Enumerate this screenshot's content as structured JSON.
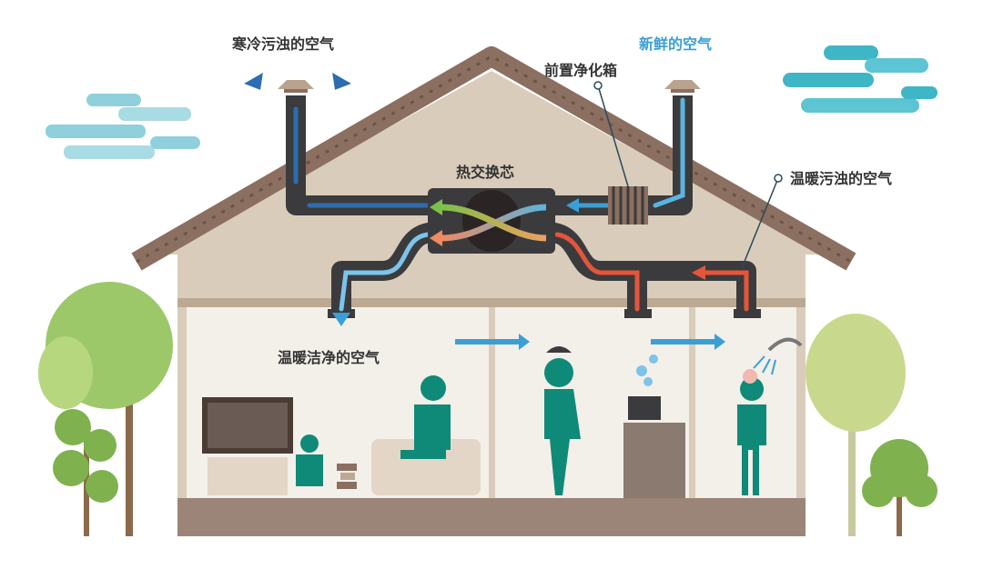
{
  "title": "新风系统热交换示意图",
  "labels": {
    "cold_dirty_air": "寒冷污浊的空气",
    "fresh_air": "新鲜的空气",
    "pre_filter_box": "前置净化箱",
    "heat_exchange_core": "热交换芯",
    "warm_dirty_air": "温暖污浊的空气",
    "warm_clean_air": "温暖洁净的空气"
  },
  "colors": {
    "duct": "#3b3b3d",
    "roof": "#8b6f60",
    "attic": "#d9ccba",
    "room": "#f3efe9",
    "floor": "#9b8578",
    "people": "#0f8a78",
    "cold_arrow": "#3a9fd6",
    "warm_arrow": "#e5553a",
    "fresh_text": "#3a9fd6"
  }
}
